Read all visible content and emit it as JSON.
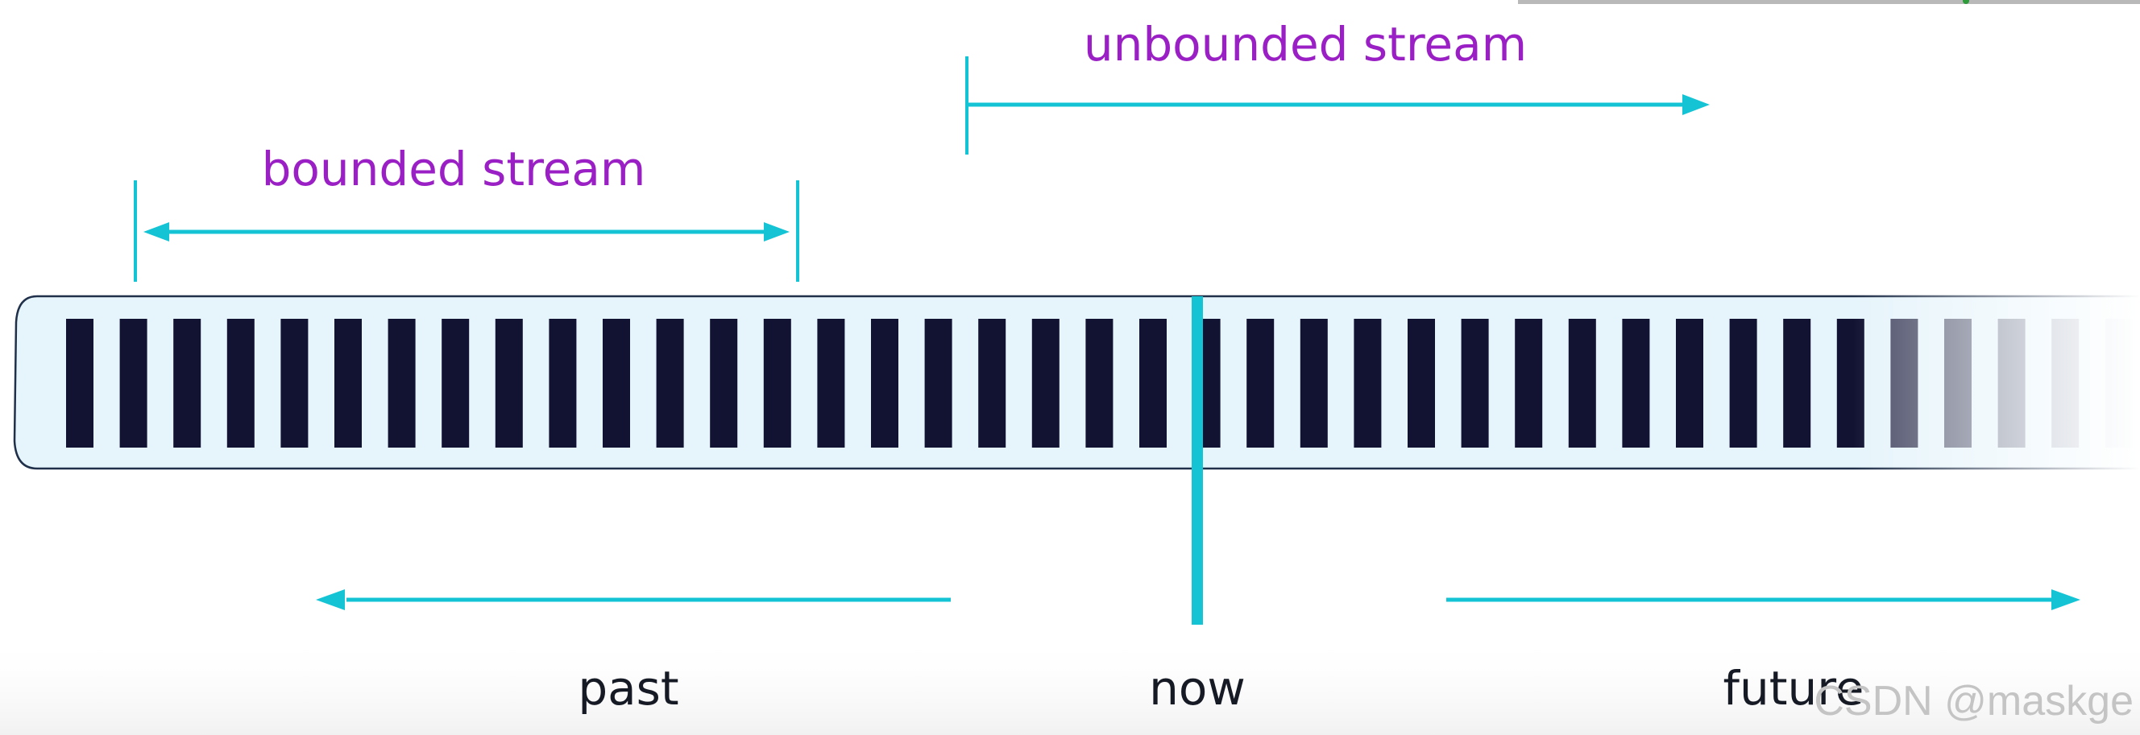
{
  "labels": {
    "bounded": "bounded stream",
    "unbounded": "unbounded stream",
    "past": "past",
    "now": "now",
    "future": "future"
  },
  "watermark": "CSDN @maskge",
  "colors": {
    "accent_cyan": "#14c4d4",
    "label_purple": "#9a1fc4",
    "record_navy": "#121233",
    "tube_fill": "#e6f4fb",
    "tube_outline": "#20304a",
    "text_dark": "#161a24",
    "watermark": "#c4c4c4"
  },
  "stream": {
    "record_count": 39,
    "faded_records": 5
  }
}
